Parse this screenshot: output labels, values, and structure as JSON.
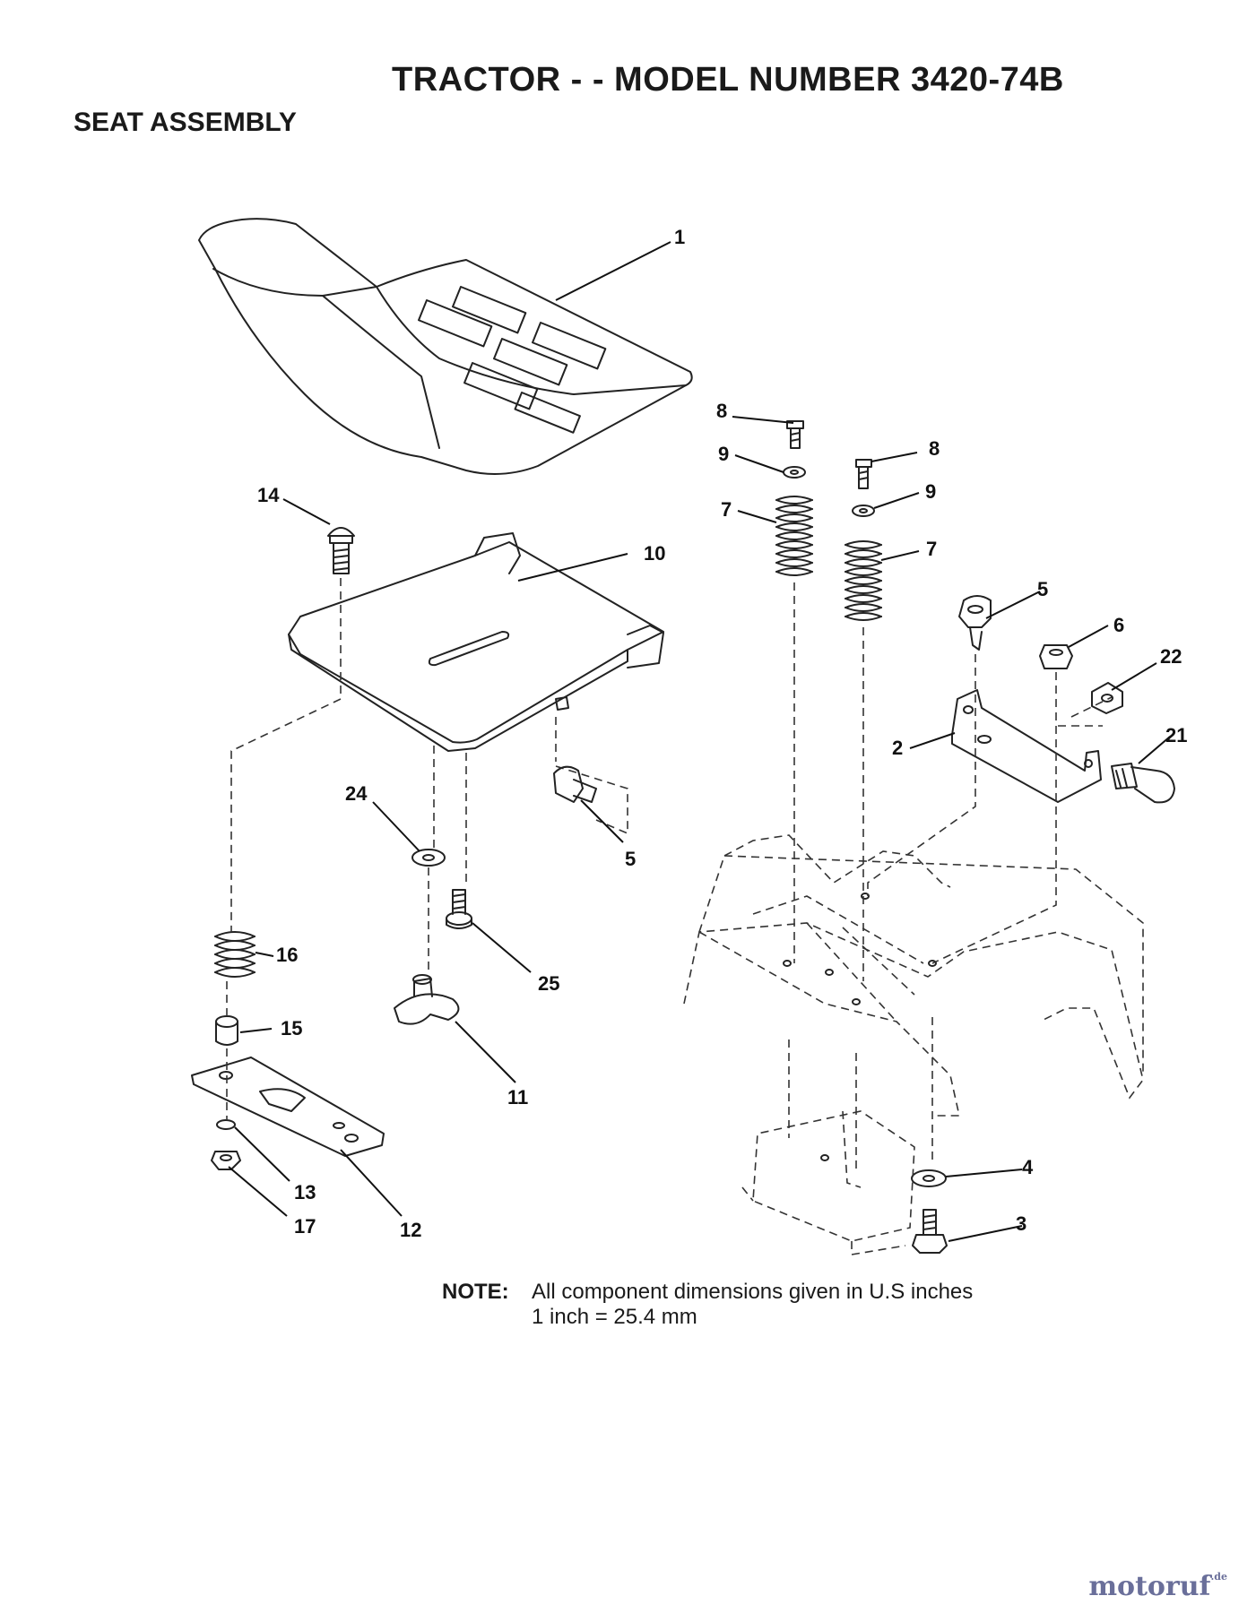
{
  "header": {
    "title": "TRACTOR - - MODEL NUMBER 3420-74B",
    "subtitle": "SEAT ASSEMBLY"
  },
  "callouts": {
    "c1": "1",
    "c2": "2",
    "c3": "3",
    "c4": "4",
    "c5a": "5",
    "c5b": "5",
    "c6": "6",
    "c7a": "7",
    "c7b": "7",
    "c8a": "8",
    "c8b": "8",
    "c9a": "9",
    "c9b": "9",
    "c10": "10",
    "c11": "11",
    "c12": "12",
    "c13": "13",
    "c14": "14",
    "c15": "15",
    "c16": "16",
    "c17": "17",
    "c21": "21",
    "c22": "22",
    "c24": "24",
    "c25": "25"
  },
  "note": {
    "label": "NOTE:",
    "line1": "All component dimensions given in U.S  inches",
    "line2": "1 inch = 25.4 mm"
  },
  "watermark": {
    "brand": "motoruf",
    "suffix": ".de"
  }
}
